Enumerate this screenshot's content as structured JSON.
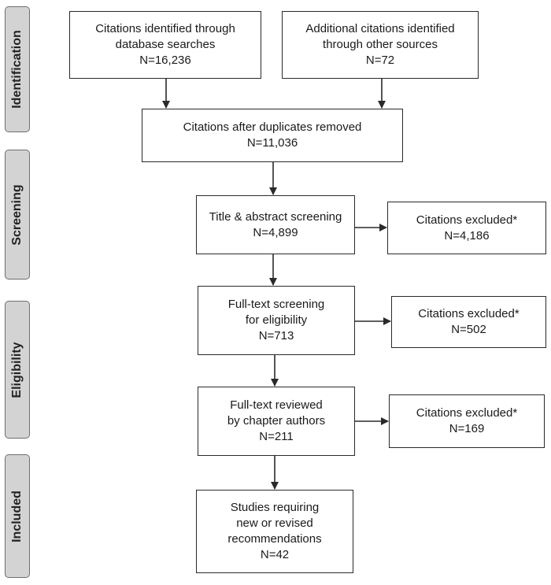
{
  "phases": {
    "identification": "Identification",
    "screening": "Screening",
    "eligibility": "Eligibility",
    "included": "Included"
  },
  "boxes": {
    "database_searches": {
      "line1": "Citations identified through",
      "line2": "database searches",
      "count": "N=16,236"
    },
    "other_sources": {
      "line1": "Additional citations identified",
      "line2": "through other sources",
      "count": "N=72"
    },
    "duplicates_removed": {
      "line1": "Citations after duplicates removed",
      "count": "N=11,036"
    },
    "title_abstract": {
      "line1": "Title & abstract screening",
      "count": "N=4,899"
    },
    "excluded_screening": {
      "line1": "Citations excluded*",
      "count": "N=4,186"
    },
    "full_text_screening": {
      "line1": "Full-text screening",
      "line2": "for eligibility",
      "count": "N=713"
    },
    "excluded_eligibility": {
      "line1": "Citations excluded*",
      "count": "N=502"
    },
    "full_text_reviewed": {
      "line1": "Full-text reviewed",
      "line2": "by chapter authors",
      "count": "N=211"
    },
    "excluded_review": {
      "line1": "Citations excluded*",
      "count": "N=169"
    },
    "studies_included": {
      "line1": "Studies requiring",
      "line2": "new or revised",
      "line3": "recommendations",
      "count": "N=42"
    }
  },
  "colors": {
    "phase_fill": "#d3d3d3",
    "phase_border": "#6e6e6e",
    "box_border": "#2a2a2a",
    "arrow": "#2a2a2a"
  }
}
